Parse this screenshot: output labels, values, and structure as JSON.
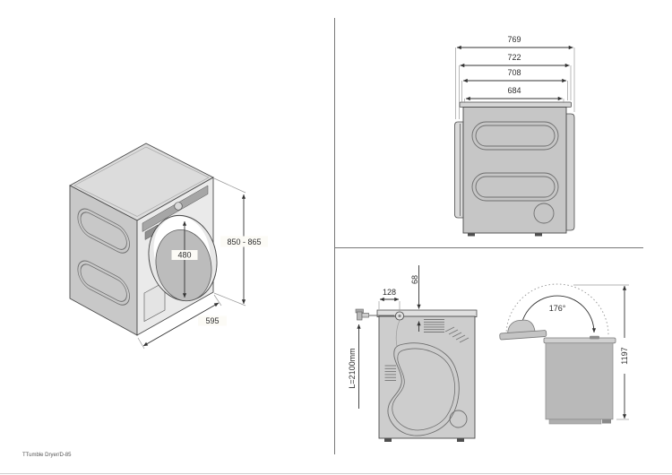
{
  "document": {
    "type": "appliance dimension diagram",
    "footer": {
      "label": "TTumble Dryer/D-85"
    }
  },
  "colors": {
    "background": "#ffffff",
    "line": "#4a4a4a",
    "divider": "#777777",
    "body_light": "#eaeaea",
    "body_mid": "#c8c8c8",
    "body_dark": "#b9b9b9",
    "panel_strip": "#a6a6a6"
  },
  "views": {
    "isometric": {
      "title": "isometric front view",
      "height_range_mm": "850 - 865",
      "door_diameter_mm": "480",
      "width_mm": "595"
    },
    "side_widths": {
      "title": "side view depth dimensions",
      "overall_mm": "769",
      "with_door_mm": "722",
      "body_mm": "708",
      "top_mm": "684"
    },
    "rear_hose": {
      "title": "rear view hose connection",
      "offset_from_side_mm": "128",
      "offset_from_top_mm": "68",
      "hose_length": "L=2100mm"
    },
    "lid_opening": {
      "title": "lid opening clearance",
      "opening_angle": "176°",
      "open_height_mm": "1197"
    }
  }
}
